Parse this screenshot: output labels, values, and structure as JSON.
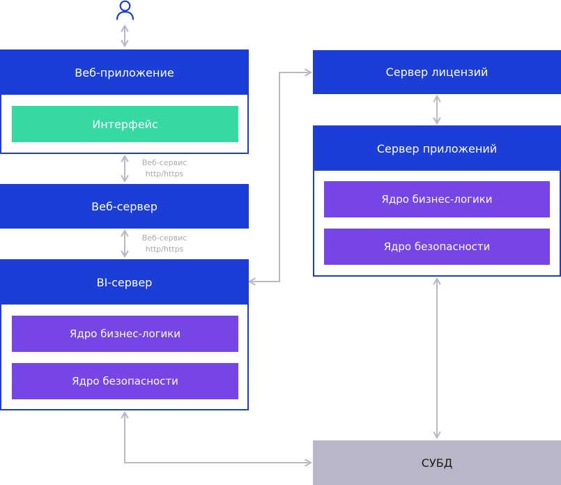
{
  "web_app": {
    "title": "Веб-приложение",
    "interface": "Интерфейс"
  },
  "web_server": {
    "title": "Веб-сервер"
  },
  "bi_server": {
    "title": "BI-сервер",
    "business_logic": "Ядро бизнес-логики",
    "security": "Ядро безопасности"
  },
  "license_server": {
    "title": "Сервер лицензий"
  },
  "app_server": {
    "title": "Сервер приложений",
    "business_logic": "Ядро бизнес-логики",
    "security": "Ядро безопасности"
  },
  "dbms": {
    "title": "СУБД"
  },
  "links": {
    "webapp_webserver": {
      "line1": "Веб-сервис",
      "line2": "http/https"
    },
    "webserver_bi": {
      "line1": "Веб-сервис",
      "line2": "http/https"
    }
  },
  "colors": {
    "primary": "#1c3ed6",
    "interface": "#36d9a1",
    "core": "#7745e6",
    "dbms": "#bab6c8",
    "connector": "#b9b9c6"
  }
}
